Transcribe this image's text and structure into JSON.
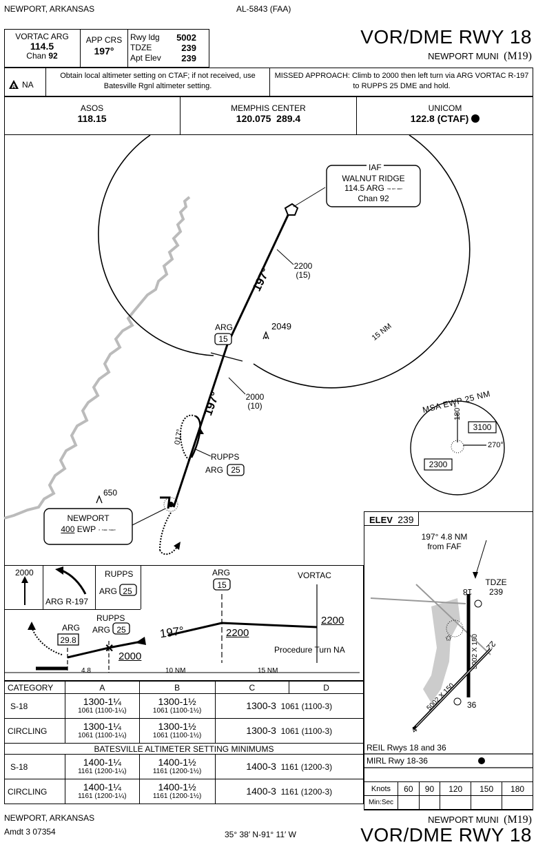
{
  "header": {
    "location": "NEWPORT, ARKANSAS",
    "chart_id": "AL-5843 (FAA)",
    "title": "VOR/DME RWY 18",
    "airport": "NEWPORT MUNI",
    "airport_id": "(M19)"
  },
  "briefing": {
    "vortac_label": "VORTAC ARG",
    "vortac_freq": "114.5",
    "chan_label": "Chan",
    "chan_value": "92",
    "app_crs_label": "APP CRS",
    "app_crs_value": "197°",
    "rwy_ldg_label": "Rwy ldg",
    "rwy_ldg_value": "5002",
    "tdze_label": "TDZE",
    "tdze_value": "239",
    "apt_elev_label": "Apt Elev",
    "apt_elev_value": "239",
    "alternate_na": "NA",
    "note": "Obtain local altimeter setting on CTAF; if not received, use Batesville Rgnl altimeter setting.",
    "missed_approach": "MISSED APPROACH: Climb to 2000 then left turn via ARG VORTAC R-197 to RUPPS 25 DME and hold."
  },
  "comms": [
    {
      "name": "ASOS",
      "freq": "118.15"
    },
    {
      "name": "MEMPHIS CENTER",
      "freq": "120.075  289.4"
    },
    {
      "name": "UNICOM",
      "freq": "122.8 (CTAF)"
    }
  ],
  "plan": {
    "iaf_label": "IAF",
    "iaf_name": "WALNUT RIDGE",
    "iaf_freq": "114.5  ARG",
    "iaf_chan": "Chan 92",
    "alt_2200": "2200",
    "dist_15": "(15)",
    "course_197a": "197°",
    "course_197b": "197°",
    "arg_label": "ARG",
    "arg_dme_15": "15",
    "obstacle_2049": "2049",
    "ring_label": "15 NM",
    "alt_2000": "2000",
    "dist_10": "(10)",
    "hold_course": "017°",
    "rupps_label": "RUPPS",
    "rupps_arg": "ARG",
    "rupps_dme": "25",
    "obstacle_650": "650",
    "newport_label": "NEWPORT",
    "newport_freq": "400",
    "newport_id": "EWP",
    "msa_label": "MSA EWP 25 NM",
    "msa_180": "180°",
    "msa_270": "270°",
    "msa_3100": "3100",
    "msa_2300": "2300"
  },
  "profile": {
    "ma_2000": "2000",
    "ma_radial": "ARG R-197",
    "hold_rupps": "RUPPS",
    "hold_arg": "ARG",
    "hold_dme": "25",
    "arg_label": "ARG",
    "arg_dme": "15",
    "vortac_label": "VORTAC",
    "alt_2200": "2200",
    "alt_2200_b": "2200",
    "course": "197°",
    "rupps_label": "RUPPS",
    "rupps_arg": "ARG",
    "rupps_dme": "25",
    "alt_2000": "2000",
    "arg_29_label": "ARG",
    "arg_29_dme": "29.8",
    "pt_na": "Procedure Turn NA",
    "d1": "4.8",
    "d2": "10 NM",
    "d3": "15 NM"
  },
  "minimums": {
    "headers": [
      "CATEGORY",
      "A",
      "B",
      "C",
      "D"
    ],
    "rows": [
      {
        "cat": "S-18",
        "a_top": "1300-1¼",
        "a_bot": "1061 (1100-1¼)",
        "b_top": "1300-1½",
        "b_bot": "1061 (1100-1½)",
        "cd_main": "1300-3",
        "cd_sub": "1061 (1100-3)"
      },
      {
        "cat": "CIRCLING",
        "a_top": "1300-1¼",
        "a_bot": "1061 (1100-1¼)",
        "b_top": "1300-1½",
        "b_bot": "1061 (1100-1½)",
        "cd_main": "1300-3",
        "cd_sub": "1061 (1100-3)"
      }
    ],
    "batesville_header": "BATESVILLE ALTIMETER SETTING MINIMUMS",
    "rows2": [
      {
        "cat": "S-18",
        "a_top": "1400-1¼",
        "a_bot": "1161 (1200-1¼)",
        "b_top": "1400-1½",
        "b_bot": "1161 (1200-1½)",
        "cd_main": "1400-3",
        "cd_sub": "1161 (1200-3)"
      },
      {
        "cat": "CIRCLING",
        "a_top": "1400-1¼",
        "a_bot": "1161 (1200-1¼)",
        "b_top": "1400-1½",
        "b_bot": "1161 (1200-1½)",
        "cd_main": "1400-3",
        "cd_sub": "1161 (1200-3)"
      }
    ]
  },
  "airport_diagram": {
    "elev_label": "ELEV",
    "elev_value": "239",
    "faf_note_1": "197° 4.8 NM",
    "faf_note_2": "from FAF",
    "tdze_label": "TDZE",
    "tdze_value": "239",
    "rwy_18": "18",
    "rwy_36": "36",
    "rwy_22": "22",
    "rwy_4": "4",
    "dim_1": "5002 X 150",
    "dim_2": "5002 X 150",
    "lighting_1": "REIL Rwys 18 and 36",
    "lighting_2": "MIRL Rwy 18-36"
  },
  "timing": {
    "knots_label": "Knots",
    "minsec_label": "Min:Sec",
    "speeds": [
      "60",
      "90",
      "120",
      "150",
      "180"
    ]
  },
  "footer": {
    "location": "NEWPORT, ARKANSAS",
    "amendment": "Amdt 3  07354",
    "coords": "35° 38′ N-91° 11′ W",
    "airport": "NEWPORT MUNI",
    "airport_id": "(M19)",
    "title": "VOR/DME RWY 18"
  }
}
